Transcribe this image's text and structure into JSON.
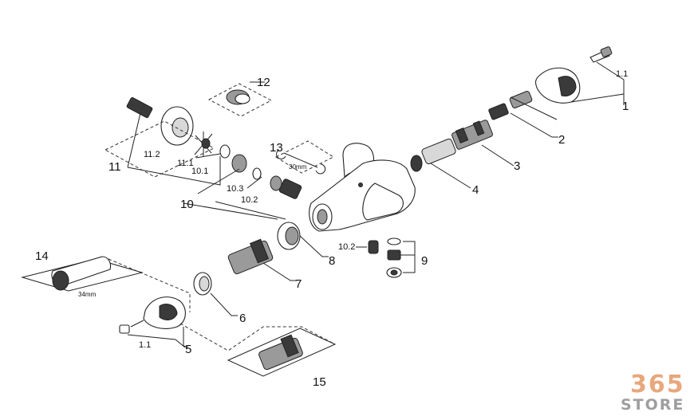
{
  "callouts": {
    "c1": "1",
    "c1_1_top": "1.1",
    "c2": "2",
    "c3": "3",
    "c4": "4",
    "c5": "5",
    "c1_1_bottom": "1.1",
    "c6": "6",
    "c7": "7",
    "c8": "8",
    "c9": "9",
    "c10": "10",
    "c10_1": "10.1",
    "c10_2_left": "10.2",
    "c10_2_right": "10.2",
    "c10_3": "10.3",
    "c11": "11",
    "c11_1": "11.1",
    "c11_2": "11.2",
    "c12": "12",
    "c13": "13",
    "c14": "14",
    "c15": "15"
  },
  "tool_labels": {
    "wrench": "30mm",
    "socket": "34mm"
  },
  "watermark": {
    "line1": "365",
    "line2": "STORE"
  },
  "colors": {
    "ink": "#222222",
    "watermark_orange": "#e8a77c",
    "watermark_gray": "#9e9e9e"
  }
}
